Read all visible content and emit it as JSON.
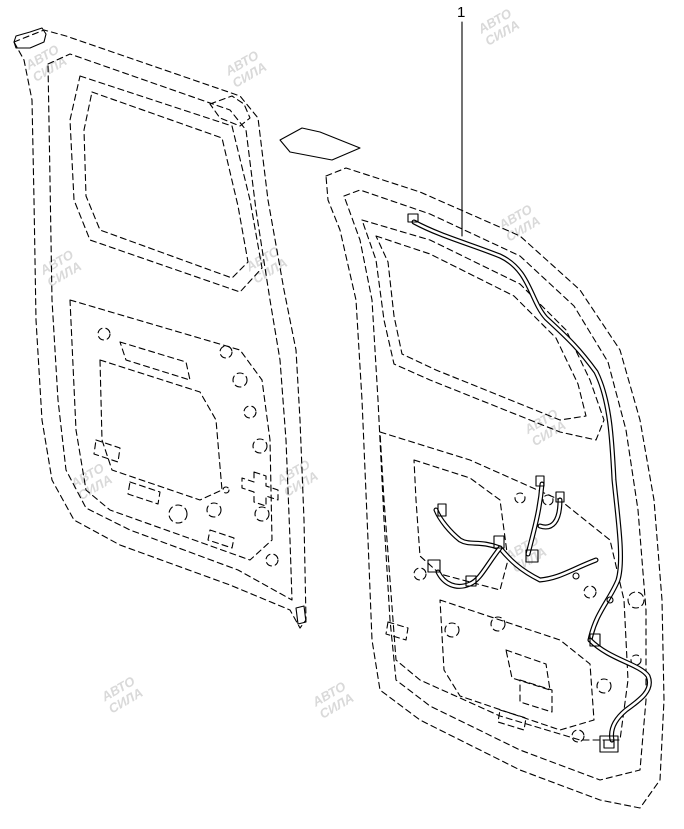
{
  "callouts": [
    {
      "label": "1",
      "target": "door-wiring-harness"
    }
  ],
  "watermark": {
    "line1": "АВТО",
    "line2": "СИЛА"
  },
  "colors": {
    "line": "#000000",
    "background": "#ffffff",
    "watermark": "#d9d9d9"
  }
}
